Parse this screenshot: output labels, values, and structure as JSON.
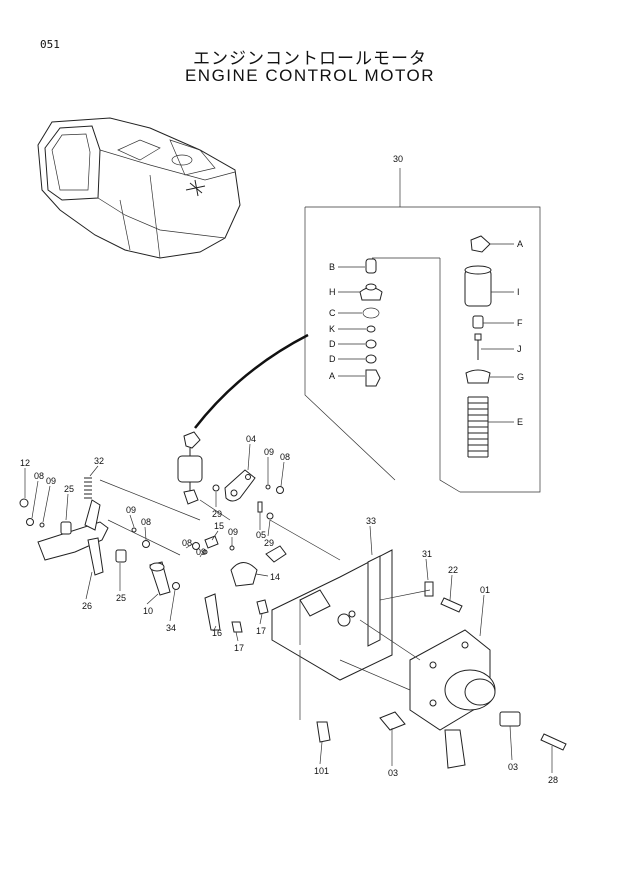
{
  "page_number": "051",
  "title_ja": "エンジンコントロールモータ",
  "title_en": "ENGINE CONTROL MOTOR",
  "assembly_callout": "30",
  "subpart_labels": {
    "left": [
      "B",
      "H",
      "C",
      "K",
      "D",
      "D",
      "A"
    ],
    "right": [
      "A",
      "I",
      "F",
      "J",
      "G",
      "E"
    ]
  },
  "callouts": {
    "c12": "12",
    "c08a": "08",
    "c09a": "09",
    "c25a": "25",
    "c32": "32",
    "c04": "04",
    "c09b": "09",
    "c08b": "08",
    "c09c": "09",
    "c08c": "08",
    "c29a": "29",
    "c05": "05",
    "c29b": "29",
    "c15": "15",
    "c09d": "09",
    "c08d": "08",
    "c09e": "09",
    "c14": "14",
    "c26": "26",
    "c25b": "25",
    "c10": "10",
    "c34": "34",
    "c16": "16",
    "c17a": "17",
    "c17b": "17",
    "c33": "33",
    "c31": "31",
    "c22": "22",
    "c01": "01",
    "c101": "101",
    "c03a": "03",
    "c03b": "03",
    "c28": "28"
  },
  "icons": [
    "excavator-location-icon"
  ]
}
